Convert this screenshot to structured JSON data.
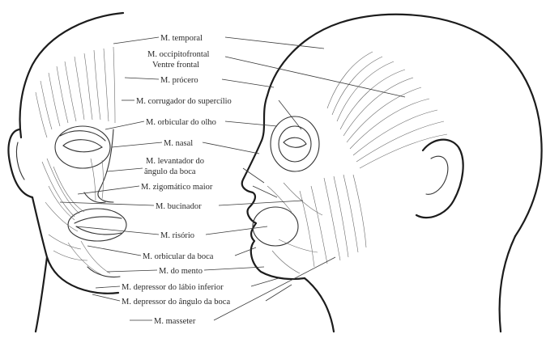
{
  "labels": [
    {
      "id": "temporal",
      "text": "M. temporal"
    },
    {
      "id": "occipitofrontal",
      "text": "M. occipitofrontal"
    },
    {
      "id": "ventre-frontal",
      "text": "Ventre frontal"
    },
    {
      "id": "procero",
      "text": "M. prócero"
    },
    {
      "id": "corrugador",
      "text": "M. corrugador do supercílio"
    },
    {
      "id": "orbicular-olho",
      "text": "M. orbicular do olho"
    },
    {
      "id": "nasal",
      "text": "M. nasal"
    },
    {
      "id": "levantador-1",
      "text": "M. levantador do"
    },
    {
      "id": "levantador-2",
      "text": "ângulo da boca"
    },
    {
      "id": "zigomatico",
      "text": "M. zigomático maior"
    },
    {
      "id": "bucinador",
      "text": "M. bucinador"
    },
    {
      "id": "risorio",
      "text": "M. risório"
    },
    {
      "id": "orbicular-boca",
      "text": "M. orbicular da boca"
    },
    {
      "id": "mento",
      "text": "M. do mento"
    },
    {
      "id": "depressor-labio",
      "text": "M. depressor do lábio inferior"
    },
    {
      "id": "depressor-angulo",
      "text": "M. depressor do ângulo da boca"
    },
    {
      "id": "masseter",
      "text": "M. masseter"
    }
  ]
}
